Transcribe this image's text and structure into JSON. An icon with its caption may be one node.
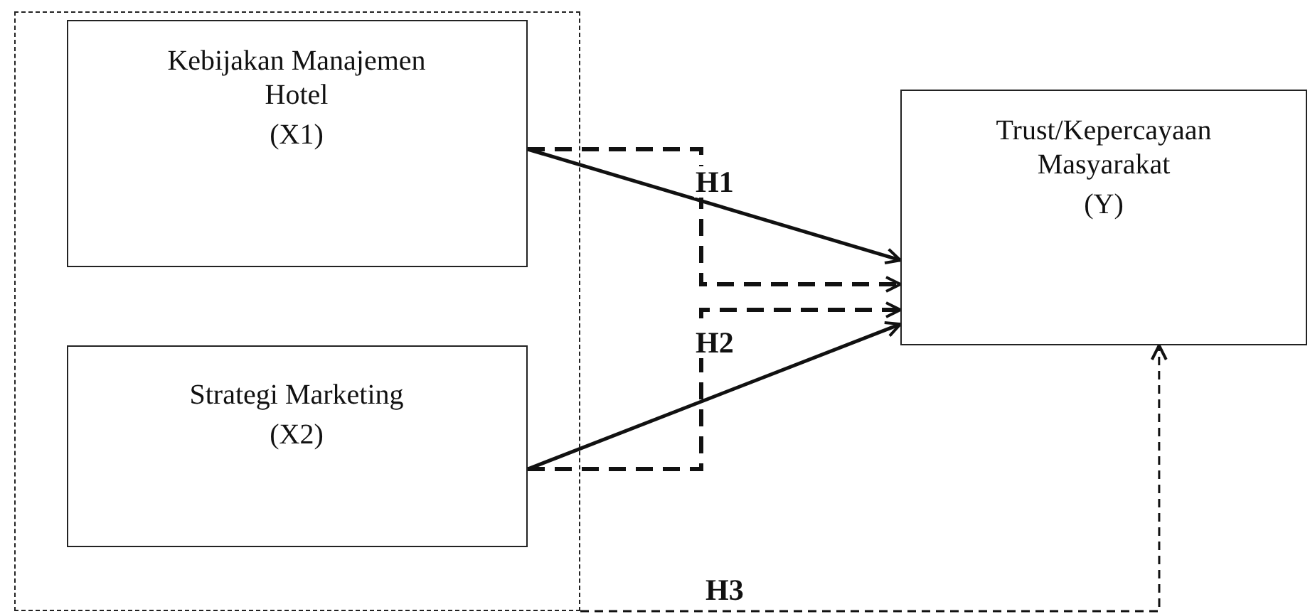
{
  "diagram": {
    "nodes": [
      {
        "text": [],
        "shape": "box"
      },
      {
        "text": [
          "Kebijakan Manajemen Hotel",
          "(X1)"
        ],
        "in": 0
      },
      {
        "text": [
          "Strategi Marketing",
          "(X2)"
        ],
        "in": 0
      },
      {
        "text": [
          "Trust/Kepercayaan Masyarakat",
          "(Y)"
        ]
      }
    ],
    "edges": [
      {
        "from": 1,
        "to": 3,
        "arrow": "to",
        "label": "H1"
      },
      {
        "from": 1,
        "to": 3,
        "arrow": "to",
        "style": "dashed"
      },
      {
        "from": 2,
        "to": 3,
        "arrow": "to"
      },
      {
        "from": 2,
        "to": 3,
        "arrow": "to",
        "style": "dashed",
        "label": "H2"
      },
      {
        "from": 0,
        "to": 3,
        "arrow": "to",
        "style": "dashed",
        "label": "H3"
      }
    ]
  }
}
